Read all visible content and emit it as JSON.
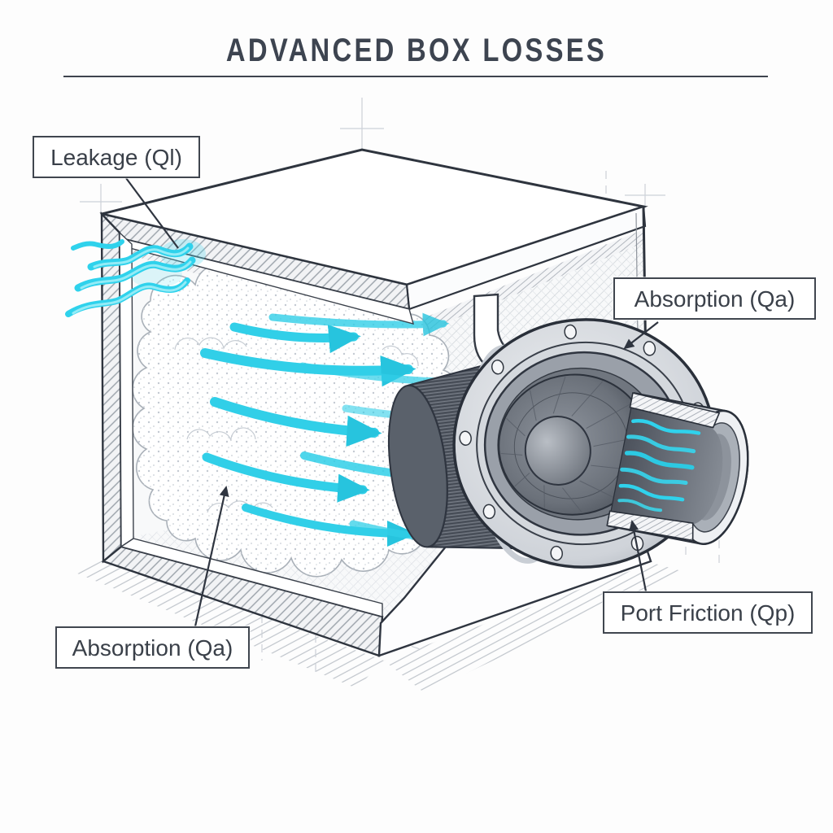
{
  "title": "ADVANCED BOX LOSSES",
  "labels": {
    "leakage": "Leakage (Ql)",
    "absorption_right": "Absorption (Qa)",
    "absorption_left": "Absorption (Qa)",
    "port_friction": "Port Friction (Qp)"
  },
  "colors": {
    "airflow_cyan": "#31cfe8",
    "leak_cyan": "#2fd2ec",
    "ink": "#3a4049",
    "pencil_gray": "#9aa0a8"
  }
}
